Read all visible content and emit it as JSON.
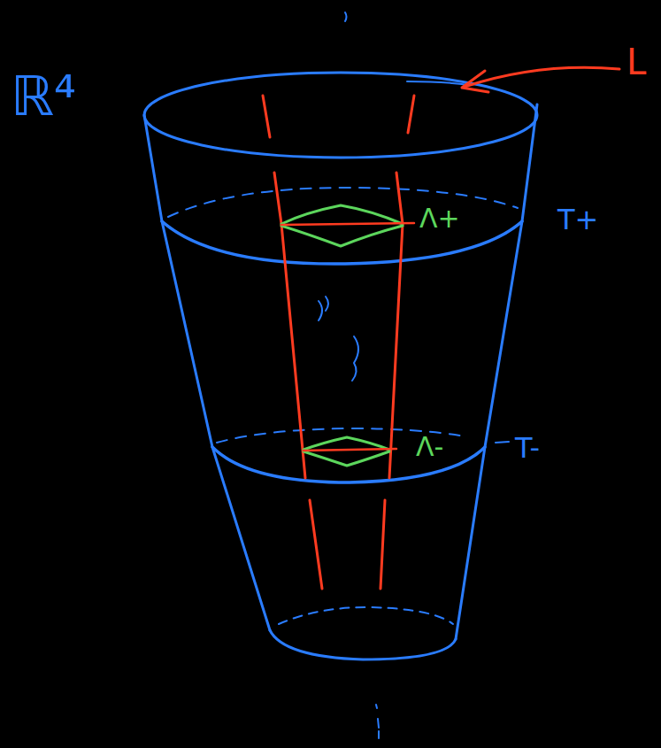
{
  "diagram": {
    "labels": [
      "ℝ⁴",
      "L",
      "Λ+",
      "T+",
      "Λ-",
      "T-"
    ]
  }
}
